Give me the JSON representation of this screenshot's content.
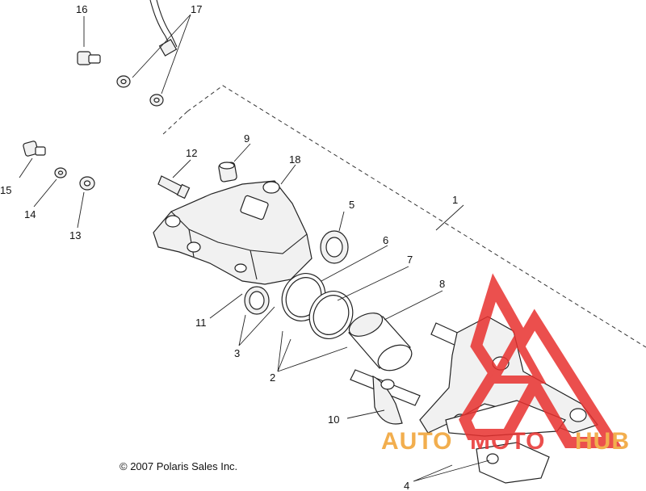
{
  "labels": {
    "l1": "1",
    "l2": "2",
    "l3": "3",
    "l4": "4",
    "l5": "5",
    "l6": "6",
    "l7": "7",
    "l8": "8",
    "l9": "9",
    "l10": "10",
    "l11": "11",
    "l12": "12",
    "l13": "13",
    "l14": "14",
    "l15": "15",
    "l16": "16",
    "l17": "17",
    "l18": "18"
  },
  "copyright": "© 2007 Polaris Sales Inc.",
  "watermark": {
    "part1": "AUTO",
    "part2": "MOTO",
    "part3": "HUB",
    "color_accent": "#e8312f",
    "color_secondary": "#f0a030"
  }
}
